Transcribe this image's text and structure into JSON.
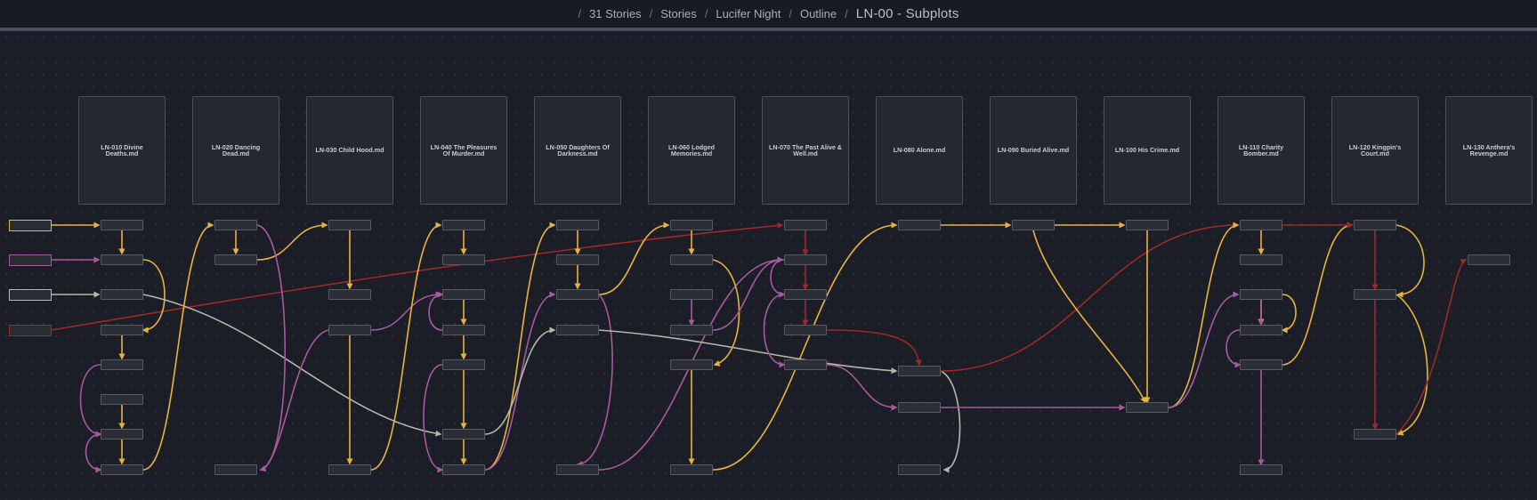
{
  "breadcrumb": {
    "items": [
      "31 Stories",
      "Stories",
      "Lucifer Night",
      "Outline"
    ],
    "current": "LN-00 - Subplots"
  },
  "colors": {
    "yellow": "#e8b33c",
    "purple": "#a85aa0",
    "gray": "#b6b7aa",
    "red": "#9c2a2a",
    "node_border": "#555b66",
    "card_bg": "#25282f"
  },
  "files": [
    "LN-010 Divine Deaths.md",
    "LN-020 Dancing Dead.md",
    "LN-030 Child Hood.md",
    "LN-040 The Pleasures Of Murder.md",
    "LN-050 Daughters Of Darkness.md",
    "LN-060 Lodged Memories.md",
    "LN-070 The Past Alive & Well.md",
    "LN-080 Alone.md",
    "LN-090 Buried Alive.md",
    "LN-100 His Crime.md",
    "LN-110 Charity Bomber.md",
    "LN-120 Kingpin's Court.md",
    "LN-130 Anthera's Revenge.md"
  ],
  "subplot_tags": [
    {
      "id": "yellow-tag",
      "color": "yellow"
    },
    {
      "id": "purple-tag",
      "color": "purple"
    },
    {
      "id": "gray-tag",
      "color": "gray"
    },
    {
      "id": "red-tag",
      "color": "red"
    }
  ]
}
